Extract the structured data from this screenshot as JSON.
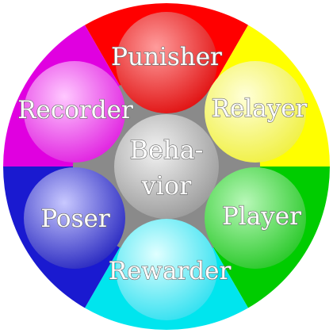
{
  "diagram": {
    "center": {
      "lines": [
        "Beha-",
        "vior"
      ],
      "color": "#b8b8b8"
    },
    "roles": [
      {
        "id": "punisher",
        "label": "Punisher",
        "color": "#ff2a2a",
        "ring_color": "#ff0000"
      },
      {
        "id": "relayer",
        "label": "Relayer",
        "color": "#ffff66",
        "ring_color": "#ffff00"
      },
      {
        "id": "player",
        "label": "Player",
        "color": "#44e044",
        "ring_color": "#00cc00"
      },
      {
        "id": "rewarder",
        "label": "Rewarder",
        "color": "#66ffff",
        "ring_color": "#00e5ee"
      },
      {
        "id": "poser",
        "label": "Poser",
        "color": "#6a6ae6",
        "ring_color": "#1a1ad0"
      },
      {
        "id": "recorder",
        "label": "Recorder",
        "color": "#ff55ff",
        "ring_color": "#e000e0"
      }
    ]
  }
}
